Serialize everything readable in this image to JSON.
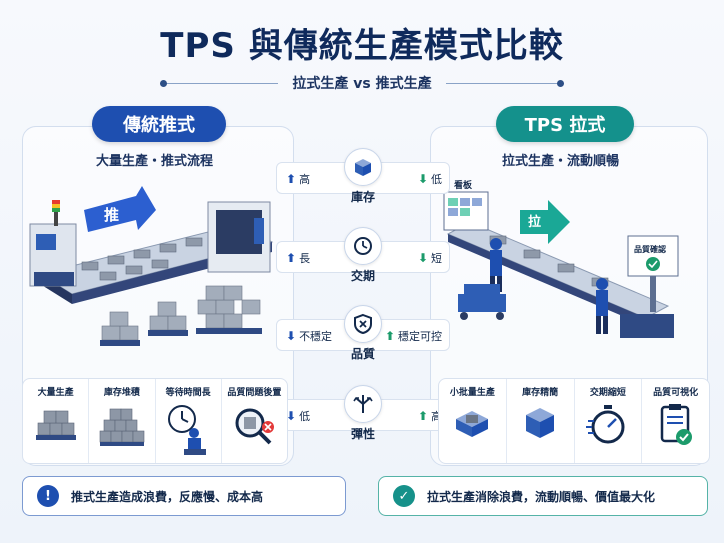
{
  "title": "TPS 與傳統生產模式比較",
  "subtitle": "拉式生產 vs 推式生產",
  "left": {
    "heading": "傳統推式",
    "subheading": "大量生產・推式流程",
    "arrow_label": "推",
    "icons": [
      {
        "label": "大量生產",
        "icon": "pallet-boxes-icon"
      },
      {
        "label": "庫存堆積",
        "icon": "stacked-inventory-icon"
      },
      {
        "label": "等待時間長",
        "icon": "clock-icon"
      },
      {
        "label": "品質問題後置",
        "icon": "magnifier-error-icon"
      }
    ],
    "banner": "推式生產造成浪費，反應慢、成本高",
    "banner_icon": "!"
  },
  "right": {
    "heading": "TPS 拉式",
    "subheading": "拉式生產・流動順暢",
    "arrow_label": "拉",
    "kanban_label": "看板",
    "quality_label": "品質確認",
    "icons": [
      {
        "label": "小批量生產",
        "icon": "small-batch-icon"
      },
      {
        "label": "庫存精簡",
        "icon": "single-box-icon"
      },
      {
        "label": "交期縮短",
        "icon": "stopwatch-icon"
      },
      {
        "label": "品質可視化",
        "icon": "checklist-icon"
      }
    ],
    "banner": "拉式生產消除浪費，流動順暢、價值最大化",
    "banner_icon": "✓"
  },
  "comparison": [
    {
      "label": "庫存",
      "left": "高",
      "left_dir": "up",
      "right": "低",
      "right_dir": "down",
      "icon": "box-icon"
    },
    {
      "label": "交期",
      "left": "長",
      "left_dir": "up",
      "right": "短",
      "right_dir": "down",
      "icon": "clock-icon"
    },
    {
      "label": "品質",
      "left": "不穩定",
      "left_dir": "down",
      "right": "穩定可控",
      "right_dir": "up",
      "icon": "shield-icon"
    },
    {
      "label": "彈性",
      "left": "低",
      "left_dir": "down",
      "right": "高",
      "right_dir": "up",
      "icon": "split-arrows-icon"
    }
  ],
  "colors": {
    "navy": "#0f2a5c",
    "blue": "#1e4fb0",
    "teal": "#14918c",
    "green": "#1c9b6b"
  }
}
